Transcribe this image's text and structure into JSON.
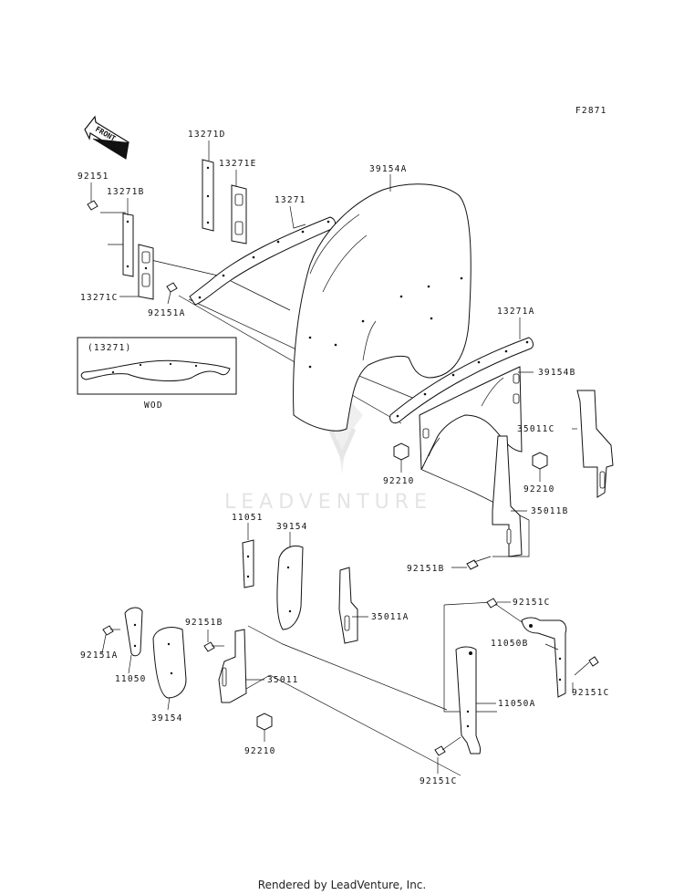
{
  "diagram": {
    "figure_code": "F2871",
    "front_label": "FRONT",
    "parts": {
      "p92151_top": "92151",
      "p13271B": "13271B",
      "p13271C": "13271C",
      "p92151A_upper": "92151A",
      "p13271D": "13271D",
      "p13271E": "13271E",
      "p13271": "13271",
      "p39154A": "39154A",
      "p13271A": "13271A",
      "p39154B": "39154B",
      "p35011C": "35011C",
      "p92210_mid": "92210",
      "p92210_right": "92210",
      "p35011B": "35011B",
      "p92151B_mid": "92151B",
      "p11051": "11051",
      "p39154_mid": "39154",
      "p35011A": "35011A",
      "p92151A_lower": "92151A",
      "p11050": "11050",
      "p92151B_lower": "92151B",
      "p35011": "35011",
      "p39154_lower": "39154",
      "p92210_lower": "92210",
      "p92151C_upper": "92151C",
      "p11050B": "11050B",
      "p92151C_right": "92151C",
      "p11050A": "11050A",
      "p92151C_lower": "92151C"
    },
    "inset": {
      "title": "(13271)",
      "caption": "WOD"
    },
    "watermark": "LEADVENTURE"
  },
  "footer": {
    "text": "Rendered by LeadVenture, Inc."
  }
}
